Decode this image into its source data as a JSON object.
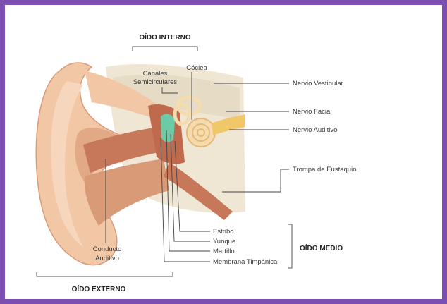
{
  "diagram": {
    "groups": {
      "inner_ear": "OÍDO INTERNO",
      "middle_ear": "OÍDO MEDIO",
      "outer_ear": "OÍDO EXTERNO"
    },
    "labels": {
      "semicircular_canals_line1": "Canales",
      "semicircular_canals_line2": "Semicirculares",
      "cochlea": "Cóclea",
      "vestibular_nerve": "Nervio Vestibular",
      "facial_nerve": "Nervio Facial",
      "auditory_nerve": "Nervio Auditivo",
      "eustachian_tube": "Trompa de Eustaquio",
      "stapes": "Estribo",
      "incus": "Yunque",
      "malleus": "Martillo",
      "tympanic_membrane": "Membrana Timpánica",
      "auditory_canal_line1": "Conducto",
      "auditory_canal_line2": "Auditivo"
    },
    "colors": {
      "frame": "#7a4fb0",
      "skin": "#f2c7a6",
      "skin_dark": "#d99a78",
      "canal": "#c8785a",
      "bone": "#efe6d3",
      "cochlea": "#f4dcae",
      "nerve": "#f0c86a",
      "ossicle": "#6ccba6"
    }
  }
}
